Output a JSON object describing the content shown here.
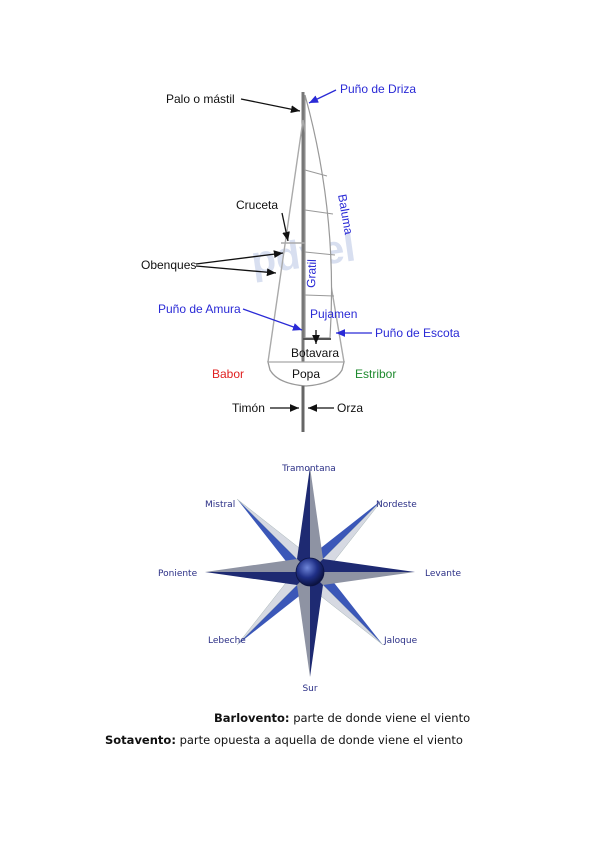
{
  "boat": {
    "labels": {
      "mast": "Palo o mástil",
      "halyard_corner": "Puño de Driza",
      "leech": "Baluma",
      "spreader": "Cruceta",
      "shrouds": "Obenques",
      "luff": "Gratil",
      "tack_corner": "Puño de Amura",
      "foot": "Pujamen",
      "clew_corner": "Puño de Escota",
      "boom": "Botavara",
      "stern": "Popa",
      "port": "Babor",
      "starboard": "Estribor",
      "rudder": "Timón",
      "centerboard": "Orza"
    },
    "watermark": "pdvel",
    "colors": {
      "blue": "#2a2ad6",
      "red": "#e02020",
      "green": "#1e8a2e"
    }
  },
  "compass": {
    "points": {
      "n": "Tramontana",
      "ne": "Nordeste",
      "e": "Levante",
      "se": "Jaloque",
      "s": "Sur",
      "sw": "Lebeche",
      "w": "Poniente",
      "nw": "Mistral"
    }
  },
  "definitions": [
    {
      "term": "Barlovento:",
      "text": "parte de donde viene el viento"
    },
    {
      "term": "Sotavento:",
      "text": "parte opuesta a aquella de donde viene el viento"
    }
  ]
}
